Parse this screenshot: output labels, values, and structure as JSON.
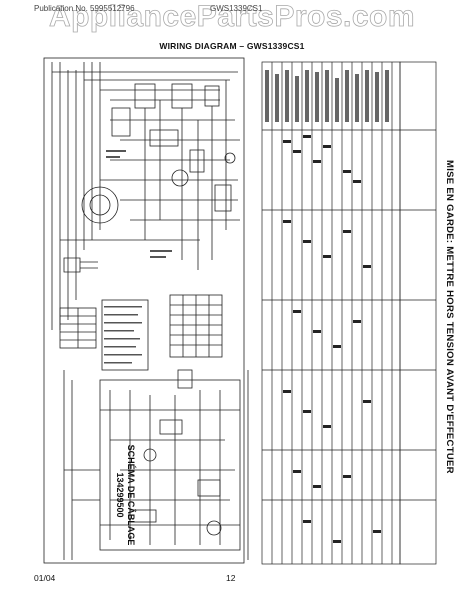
{
  "watermark": "AppliancePartsPros.com",
  "header": {
    "brand_left": "Publication No. 5995512796",
    "model_right": "GWS1339CS1",
    "title": "WIRING DIAGRAM – GWS1339CS1"
  },
  "rotated": {
    "warning": "MISE EN GARDE: METTRE HORS TENSION AVANT D'EFFECTUER",
    "schematic_title": "SCHÉMA DE CÂBLAGE",
    "schematic_number": "134299500"
  },
  "footer": {
    "date": "01/04",
    "page": "12"
  }
}
